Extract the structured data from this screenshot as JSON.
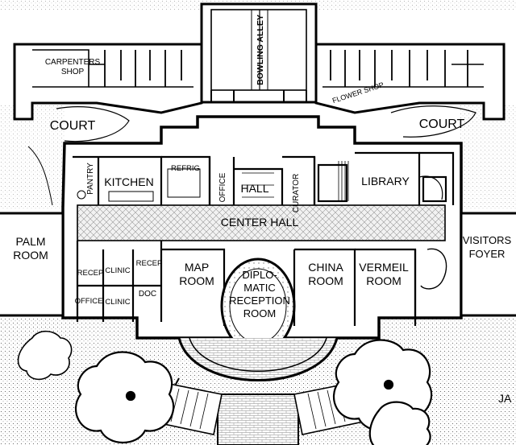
{
  "floor_plan": {
    "rooms": {
      "carpenters_shop_line1": "CARPENTERS",
      "carpenters_shop_line2": "SHOP",
      "bowling_alley": "BOWLING ALLEY",
      "flower_shop": "FLOWER SHOP",
      "court_west": "COURT",
      "court_east": "COURT",
      "pantry": "PANTRY",
      "kitchen": "KITCHEN",
      "refrig": "REFRIG",
      "office_north": "OFFICE",
      "hall": "HALL",
      "curator": "CURATOR",
      "library": "LIBRARY",
      "center_hall": "CENTER HALL",
      "palm_room_line1": "PALM",
      "palm_room_line2": "ROOM",
      "visitors_foyer_line1": "VISITORS",
      "visitors_foyer_line2": "FOYER",
      "clinic_upper": "CLINIC",
      "recep_upper": "RECEP",
      "recep_left": "RECEP",
      "clinic_lower": "CLINIC",
      "doc": "DOC",
      "office_south": "OFFICE",
      "map_room_line1": "MAP",
      "map_room_line2": "ROOM",
      "diplomatic_line1": "DIPLO-",
      "diplomatic_line2": "MATIC",
      "diplomatic_line3": "RECEPTION",
      "diplomatic_line4": "ROOM",
      "china_room_line1": "CHINA",
      "china_room_line2": "ROOM",
      "vermeil_room_line1": "VERMEIL",
      "vermeil_room_line2": "ROOM",
      "edge_letters": "JA"
    }
  }
}
